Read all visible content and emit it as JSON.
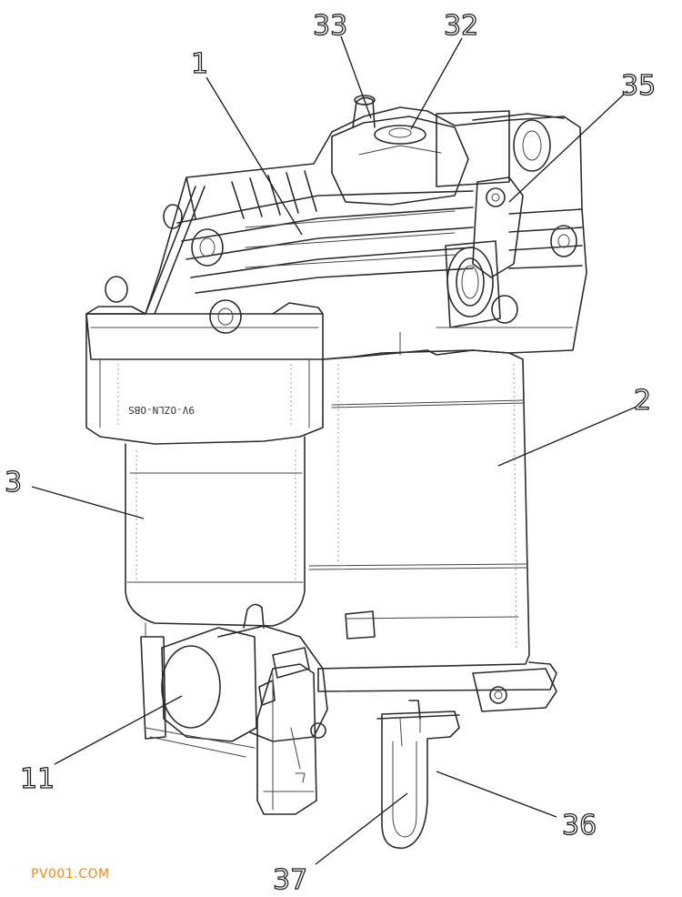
{
  "figure": {
    "callouts": [
      {
        "id": "1",
        "label": "1"
      },
      {
        "id": "2",
        "label": "2"
      },
      {
        "id": "3",
        "label": "3"
      },
      {
        "id": "11",
        "label": "11"
      },
      {
        "id": "32",
        "label": "32"
      },
      {
        "id": "33",
        "label": "33"
      },
      {
        "id": "35",
        "label": "35"
      },
      {
        "id": "36",
        "label": "36"
      },
      {
        "id": "37",
        "label": "37"
      }
    ],
    "housing_marking": "9V-OZLN-OBS"
  },
  "watermark": {
    "text": "PV001.COM",
    "color": "#f08a1c"
  }
}
